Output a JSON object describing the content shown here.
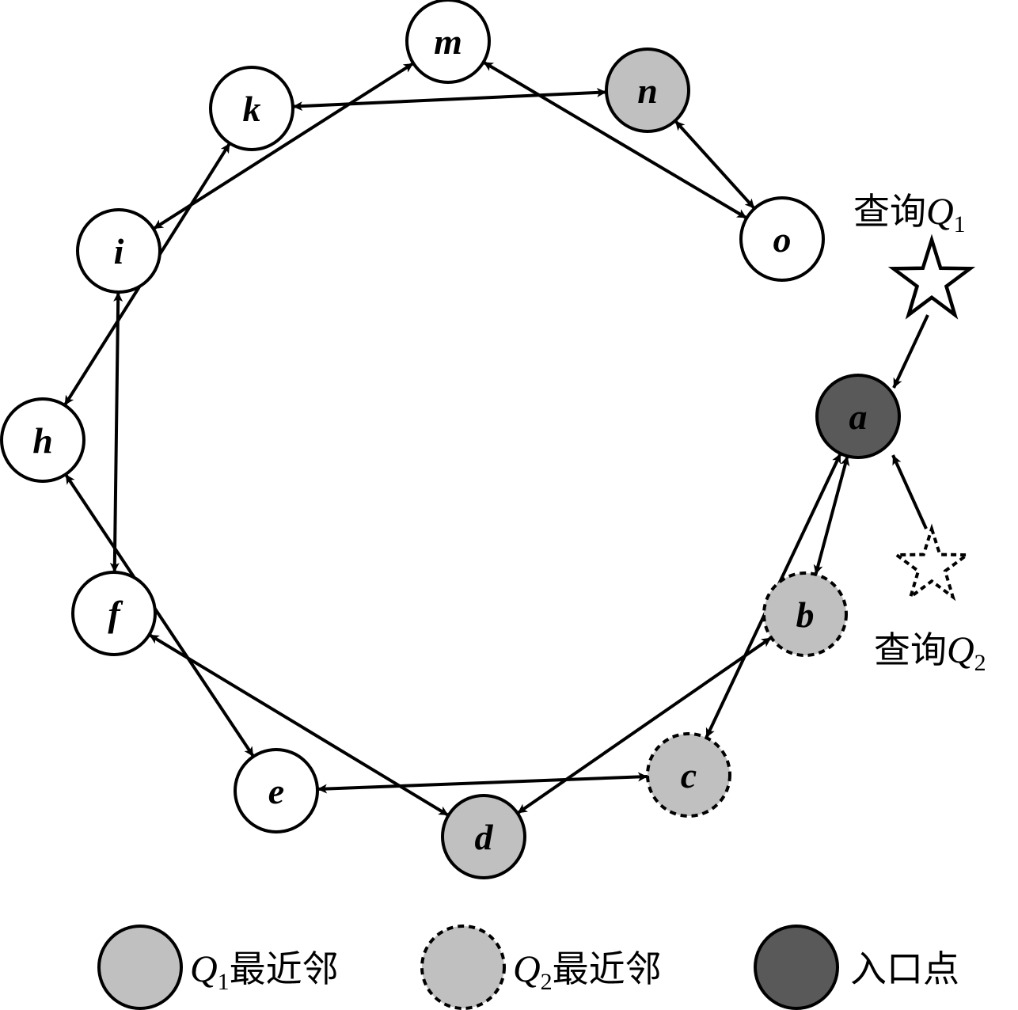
{
  "colors": {
    "stroke": "#000000",
    "node_fill": "#ffffff",
    "neighbor_fill": "#c0c0c0",
    "entry_fill": "#595959"
  },
  "nodes": [
    {
      "id": "a",
      "label": "a",
      "kind": "entry"
    },
    {
      "id": "b",
      "label": "b",
      "kind": "q2-neighbor"
    },
    {
      "id": "c",
      "label": "c",
      "kind": "q2-neighbor"
    },
    {
      "id": "d",
      "label": "d",
      "kind": "q1-neighbor"
    },
    {
      "id": "e",
      "label": "e",
      "kind": "plain"
    },
    {
      "id": "f",
      "label": "f",
      "kind": "plain"
    },
    {
      "id": "h",
      "label": "h",
      "kind": "plain"
    },
    {
      "id": "i",
      "label": "i",
      "kind": "plain"
    },
    {
      "id": "k",
      "label": "k",
      "kind": "plain"
    },
    {
      "id": "m",
      "label": "m",
      "kind": "plain"
    },
    {
      "id": "n",
      "label": "n",
      "kind": "q1-neighbor"
    },
    {
      "id": "o",
      "label": "o",
      "kind": "plain"
    }
  ],
  "edges": [
    {
      "from": "a",
      "to": "b",
      "dir": "both"
    },
    {
      "from": "a",
      "to": "c",
      "dir": "both"
    },
    {
      "from": "b",
      "to": "d",
      "dir": "both"
    },
    {
      "from": "c",
      "to": "e",
      "dir": "both"
    },
    {
      "from": "d",
      "to": "f",
      "dir": "both"
    },
    {
      "from": "e",
      "to": "h",
      "dir": "both"
    },
    {
      "from": "f",
      "to": "i",
      "dir": "both"
    },
    {
      "from": "h",
      "to": "k",
      "dir": "both"
    },
    {
      "from": "i",
      "to": "m",
      "dir": "both"
    },
    {
      "from": "k",
      "to": "n",
      "dir": "both"
    },
    {
      "from": "m",
      "to": "o",
      "dir": "both"
    },
    {
      "from": "n",
      "to": "o",
      "dir": "both"
    }
  ],
  "queries": {
    "q1": {
      "prefix": "查询",
      "symbol": "Q",
      "subscript": "1"
    },
    "q2": {
      "prefix": "查询",
      "symbol": "Q",
      "subscript": "2"
    }
  },
  "legend": [
    {
      "kind": "q1-neighbor",
      "symbol": "Q",
      "subscript": "1",
      "text": "最近邻"
    },
    {
      "kind": "q2-neighbor",
      "symbol": "Q",
      "subscript": "2",
      "text": "最近邻"
    },
    {
      "kind": "entry",
      "symbol": "",
      "subscript": "",
      "text": "入口点"
    }
  ]
}
